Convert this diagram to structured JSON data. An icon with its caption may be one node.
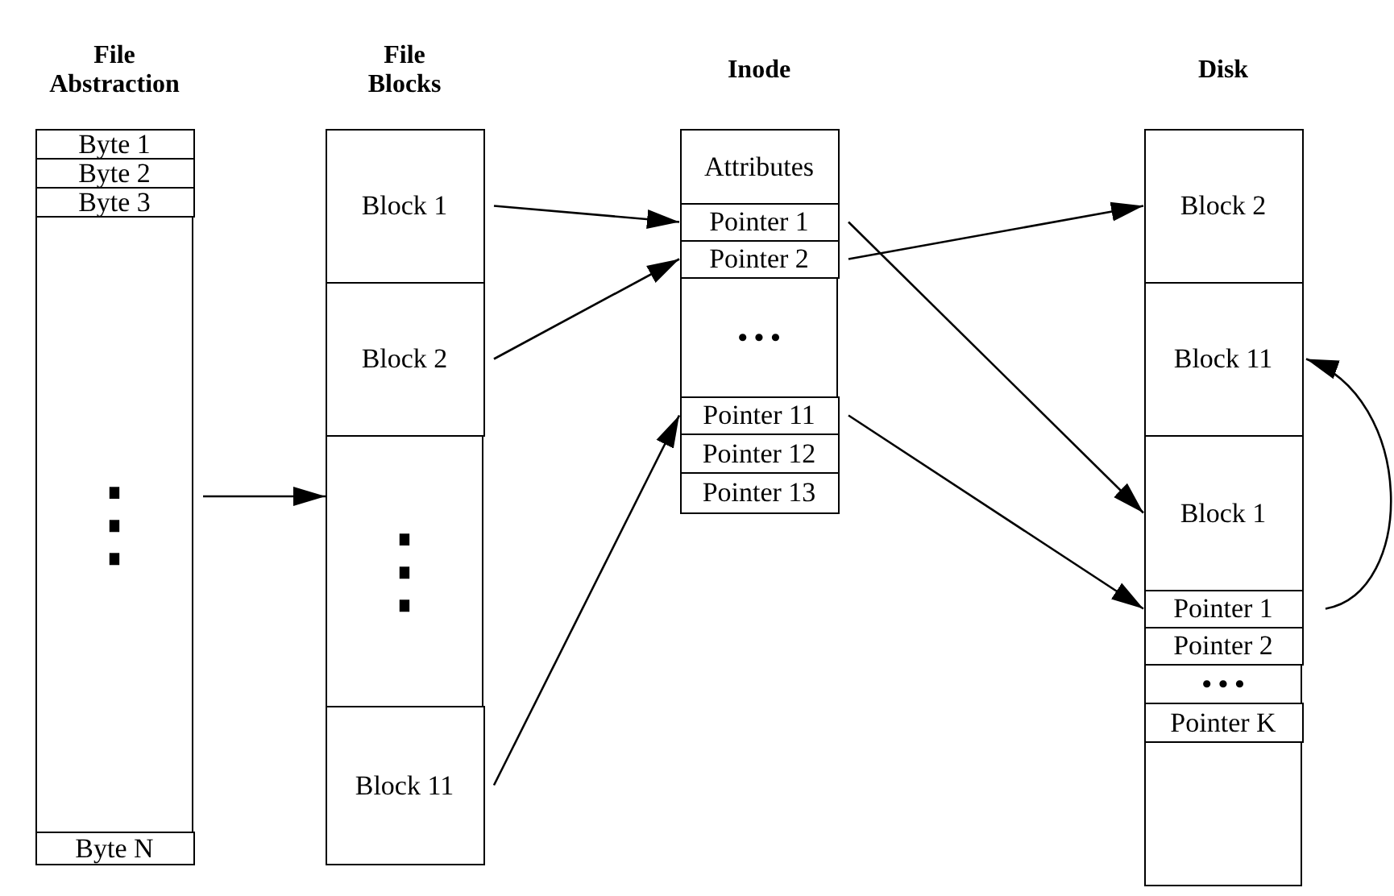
{
  "diagram": {
    "nodes": [
      {
        "text": [
          "File Abstraction"
        ]
      },
      {
        "text": [
          "Byte 1"
        ],
        "in": 0
      },
      {
        "text": [
          "Byte 2"
        ],
        "in": 0
      },
      {
        "text": [
          "Byte 3"
        ],
        "in": 0
      },
      {
        "text": [
          "⋮"
        ],
        "in": 0
      },
      {
        "text": [
          "Byte N"
        ],
        "in": 0
      },
      {
        "text": [
          "File Blocks"
        ]
      },
      {
        "text": [
          "Block 1"
        ],
        "in": 6
      },
      {
        "text": [
          "Block 2"
        ],
        "in": 6
      },
      {
        "text": [
          "⋮"
        ],
        "in": 6
      },
      {
        "text": [
          "Block 11"
        ],
        "in": 6
      },
      {
        "text": [
          "Inode"
        ]
      },
      {
        "text": [
          "Attributes"
        ],
        "in": 11
      },
      {
        "text": [
          "Pointer 1"
        ],
        "in": 11
      },
      {
        "text": [
          "Pointer 2"
        ],
        "in": 11
      },
      {
        "text": [
          "• • •"
        ],
        "in": 11
      },
      {
        "text": [
          "Pointer 11"
        ],
        "in": 11
      },
      {
        "text": [
          "Pointer 12"
        ],
        "in": 11
      },
      {
        "text": [
          "Pointer 13"
        ],
        "in": 11
      },
      {
        "text": [
          "Disk"
        ]
      },
      {
        "text": [
          "Block 2"
        ],
        "in": 19
      },
      {
        "text": [
          "Block 11"
        ],
        "in": 19
      },
      {
        "text": [
          "Block 1"
        ],
        "in": 19
      },
      {
        "text": [
          "Pointer 1"
        ],
        "in": 19
      },
      {
        "text": [
          "Pointer 2"
        ],
        "in": 19
      },
      {
        "text": [
          "• • •"
        ],
        "in": 19
      },
      {
        "text": [
          "Pointer K"
        ],
        "in": 19
      }
    ],
    "edges": [
      {
        "from": 0,
        "to": 6,
        "arrow": "to"
      },
      {
        "from": 7,
        "to": 13,
        "arrow": "to"
      },
      {
        "from": 8,
        "to": 14,
        "arrow": "to"
      },
      {
        "from": 10,
        "to": 16,
        "arrow": "to"
      },
      {
        "from": 13,
        "to": 22,
        "arrow": "to"
      },
      {
        "from": 14,
        "to": 20,
        "arrow": "to"
      },
      {
        "from": 16,
        "to": 23,
        "arrow": "to"
      },
      {
        "from": 23,
        "to": 21,
        "arrow": "to"
      }
    ]
  }
}
